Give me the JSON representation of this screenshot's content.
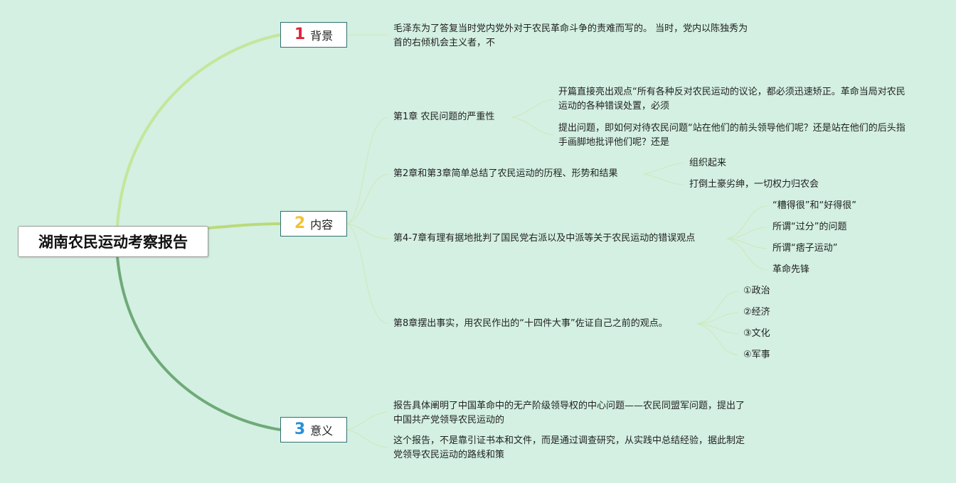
{
  "root": {
    "title": "湖南农民运动考察报告"
  },
  "topics": [
    {
      "number": "1",
      "label": "背景",
      "color": "#e0243a"
    },
    {
      "number": "2",
      "label": "内容",
      "color": "#f2c230"
    },
    {
      "number": "3",
      "label": "意义",
      "color": "#2a8fd6"
    }
  ],
  "background": {
    "text": "毛泽东为了答复当时党内党外对于农民革命斗争的责难而写的。 当时，党内以陈独秀为首的右倾机会主义者，不"
  },
  "content": {
    "chapters": [
      {
        "label": "第1章 农民问题的严重性",
        "children": [
          "开篇直接亮出观点“所有各种反对农民运动的议论，都必须迅速矫正。革命当局对农民运动的各种错误处置，必须",
          "提出问题，即如何对待农民问题“站在他们的前头领导他们呢？还是站在他们的后头指手画脚地批评他们呢？还是"
        ]
      },
      {
        "label": "第2章和第3章简单总结了农民运动的历程、形势和结果",
        "children": [
          "组织起来",
          "打倒土豪劣绅，一切权力归农会"
        ]
      },
      {
        "label": "第4-7章有理有据地批判了国民党右派以及中派等关于农民运动的错误观点",
        "children": [
          "“糟得很”和“好得很”",
          "所谓“过分”的问题",
          "所谓“痞子运动”",
          "革命先锋"
        ]
      },
      {
        "label": "第8章摆出事实，用农民作出的“十四件大事”佐证自己之前的观点。",
        "children": [
          "①政治",
          "②经济",
          "③文化",
          "④军事"
        ]
      }
    ]
  },
  "significance": {
    "items": [
      "报告具体阐明了中国革命中的无产阶级领导权的中心问题——农民同盟军问题，提出了中国共产党领导农民运动的",
      "这个报告，不是靠引证书本和文件，而是通过调查研究，从实践中总结经验，据此制定党领导农民运动的路线和策"
    ]
  }
}
